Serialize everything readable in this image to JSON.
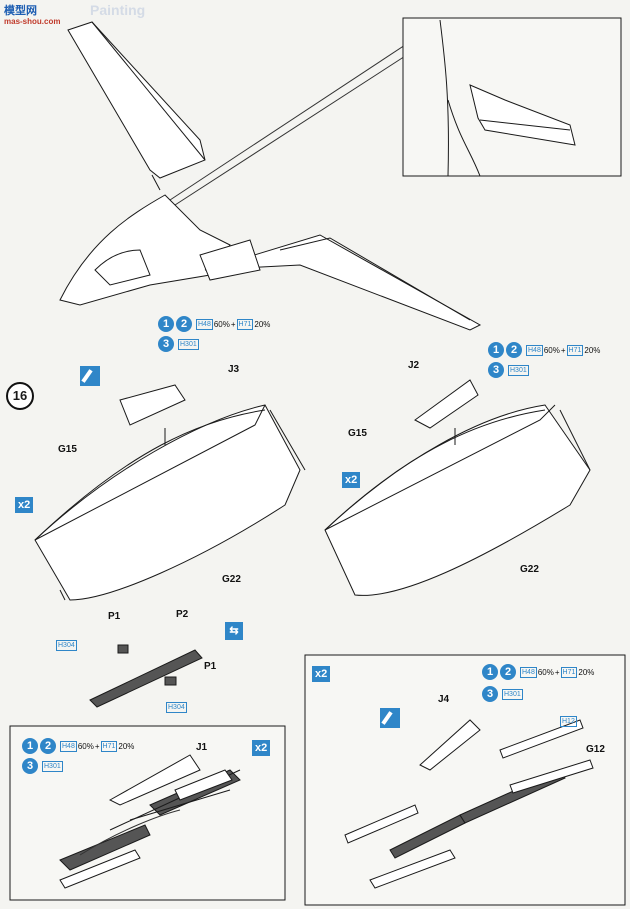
{
  "watermark": {
    "title": "模型网",
    "url": "mas-shou.com"
  },
  "background_text": {
    "painting": "Painting"
  },
  "step": {
    "number": "16"
  },
  "colors": {
    "accent": "#2f86c8",
    "line": "#1a1a1a"
  },
  "paint_spec": {
    "mix_a": "H48",
    "pct_a": "60%",
    "plus": "+",
    "mix_b": "H71",
    "pct_b": "20%",
    "alt": "H301",
    "code_one": "1",
    "code_two": "2",
    "code_three": "3"
  },
  "labels": {
    "left_tank": {
      "rail": "J3",
      "half_top": "G15",
      "half_bottom": "G22"
    },
    "right_tank": {
      "rail": "J2",
      "half_top": "G15",
      "half_bottom": "G22"
    },
    "pylon": {
      "p1_a": "P1",
      "p2": "P2",
      "p1_b": "P1",
      "h_a": "H304",
      "h_b": "H304"
    },
    "left_box": {
      "rail": "J1"
    },
    "right_box": {
      "rail": "J4",
      "part": "G12",
      "h_code": "H12"
    }
  },
  "multipliers": {
    "left_tank": "x2",
    "right_tank": "x2",
    "left_box": "x2",
    "right_box": "x2"
  },
  "icons": {
    "glue": "glue-icon",
    "swap": "arrow-swap-icon"
  }
}
